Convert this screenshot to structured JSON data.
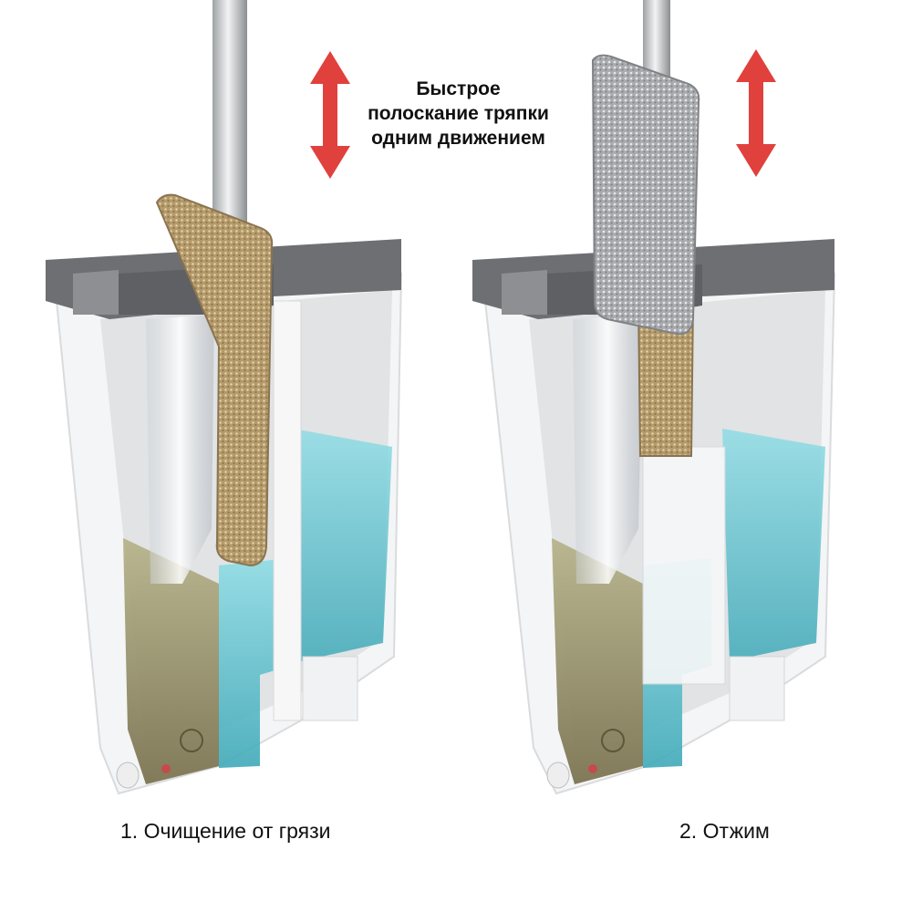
{
  "headline": {
    "lines": [
      "Быстрое",
      "полоскание тряпки",
      "одним движением"
    ]
  },
  "steps": [
    {
      "label": "1. Очищение от грязи"
    },
    {
      "label": "2. Отжим"
    }
  ],
  "icons": {
    "motion_arrow": "up-down-arrow-icon"
  },
  "colors": {
    "arrow": "#e0413d",
    "bucket_rim": "#6d6f72",
    "clean_water": "#5fc3cf",
    "dirty_water": "#8d8a67"
  }
}
